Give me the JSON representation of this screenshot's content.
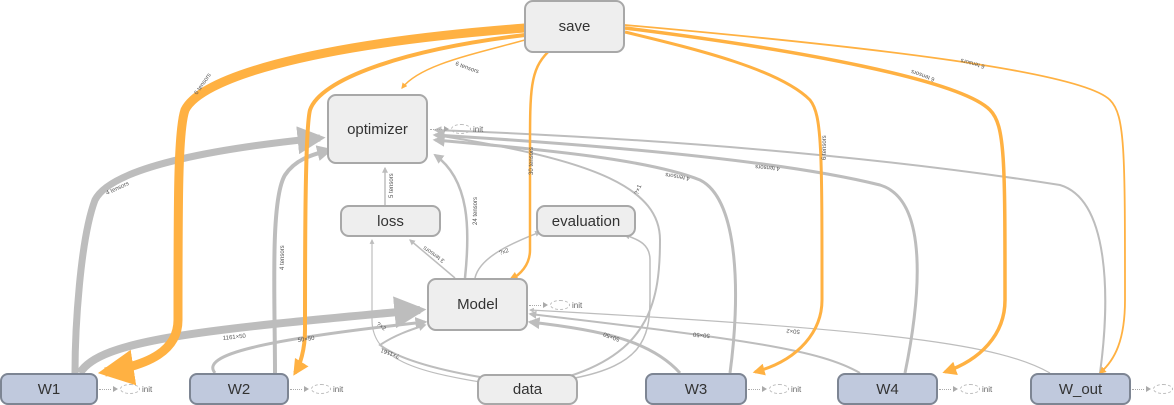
{
  "graph": {
    "colors": {
      "dataflow_edge": "#bdbdbd",
      "control_edge": "#ffb142",
      "metanode_fill": "#eeeeee",
      "metanode_border": "#a8a8a8",
      "variable_fill": "#c0c9dd",
      "variable_border": "#7d8593"
    },
    "nodes": {
      "save": "save",
      "optimizer": "optimizer",
      "loss": "loss",
      "evaluation": "evaluation",
      "model": "Model",
      "data": "data",
      "w1": "W1",
      "w2": "W2",
      "w3": "W3",
      "w4": "W4",
      "w_out": "W_out"
    },
    "init_label": "init",
    "edge_labels": {
      "save_w1": "6 tensors",
      "save_optimizer": "6 tensors",
      "save_model": "30 tensors",
      "save_w3": "6 tensors",
      "save_w4": "6 tensors",
      "save_w_out": "6 tensors",
      "w1_optimizer": "4 tensors",
      "w2_optimizer": "4 tensors",
      "w3_optimizer": "4 tensors",
      "w4_optimizer": "4 tensors",
      "model_optimizer": "24 tensors",
      "loss_optimizer": "5 tensors",
      "model_loss": "3 tensors",
      "model_evaluation": "?x2",
      "data_evaluation": "?×1",
      "w1_model": "1161×50",
      "w2_model": "50×50",
      "w3_model": "50×50",
      "w4_model": "50×50",
      "w_out_model": "50×2",
      "data_model": "?×1161",
      "data_loss": "?×2"
    }
  }
}
